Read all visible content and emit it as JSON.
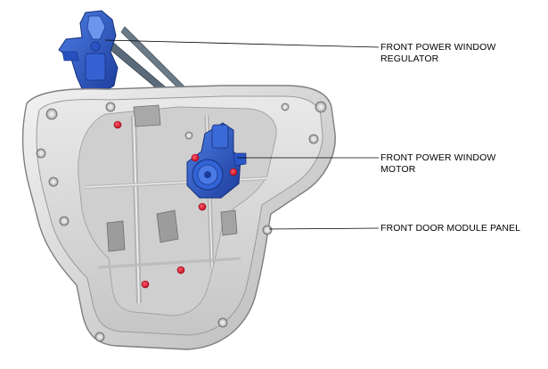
{
  "callouts": {
    "regulator": {
      "line1": "FRONT POWER WINDOW",
      "line2": "REGULATOR"
    },
    "motor": {
      "line1": "FRONT POWER WINDOW",
      "line2": "MOTOR"
    },
    "panel": {
      "line1": "FRONT DOOR MODULE PANEL"
    }
  },
  "colors": {
    "panel_fill": "#dcdcdc",
    "panel_edge": "#8a8a8a",
    "part_blue": "#2a55c8",
    "fastener_red": "#e0182d",
    "leader_line": "#000000"
  }
}
